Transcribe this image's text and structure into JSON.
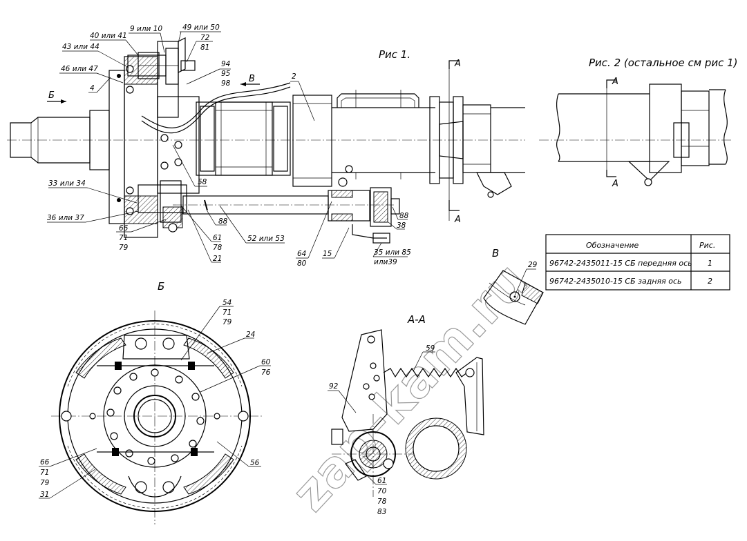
{
  "figures": {
    "fig1_title": "Рис 1.",
    "fig2_title": "Рис. 2 (остальное см рис 1)"
  },
  "views": {
    "b_view": "Б",
    "v_view": "В",
    "aa_view": "А-А",
    "section_a": "А",
    "arrow_b": "Б",
    "arrow_v": "В"
  },
  "callouts": [
    "9 или 10",
    "49 или 50",
    "40 или 41",
    "72",
    "81",
    "43 или 44",
    "94",
    "95",
    "98",
    "46 или 47",
    "4",
    "2",
    "58",
    "33 или 34",
    "36 или 37",
    "66",
    "71",
    "79",
    "61",
    "78",
    "21",
    "88",
    "52 или 53",
    "64",
    "80",
    "15",
    "35 или 85",
    "или39",
    "88",
    "38",
    "29",
    "54",
    "71",
    "79",
    "24",
    "60",
    "76",
    "66",
    "71",
    "79",
    "31",
    "56",
    "92",
    "59",
    "61",
    "70",
    "78",
    "83"
  ],
  "table": {
    "headers": [
      "Обозначение",
      "Рис."
    ],
    "rows": [
      [
        "96742-2435011-15 СБ передняя ось",
        "1"
      ],
      [
        "96742-2435010-15 СБ задняя ось",
        "2"
      ]
    ]
  },
  "watermark": "zap-kam.ru"
}
